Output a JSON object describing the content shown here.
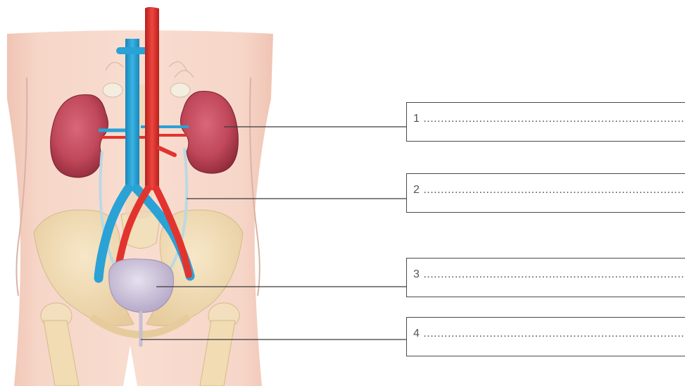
{
  "labels": [
    {
      "number": "1",
      "text": "1 ..........................................................................."
    },
    {
      "number": "2",
      "text": "2 ..........................................................................."
    },
    {
      "number": "3",
      "text": "3 ..........................................................................."
    },
    {
      "number": "4",
      "text": "4 ..........................................................................."
    }
  ],
  "colors": {
    "skin": "#f4d3c5",
    "bone": "#f1dcb4",
    "kidney": "#c0485a",
    "vein": "#2aa2d6",
    "artery": "#e2342f",
    "bladder": "#c9c2d8",
    "ureter": "#cfe2ea",
    "leader_line": "#3a3a3a",
    "box_border": "#4a4a4a"
  }
}
